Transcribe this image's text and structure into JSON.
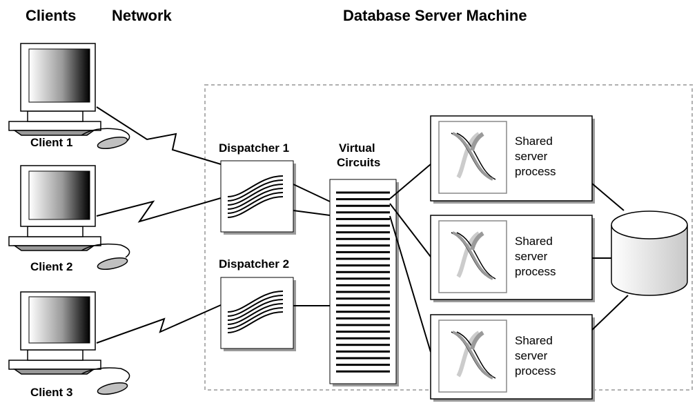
{
  "headers": {
    "clients": "Clients",
    "network": "Network",
    "server": "Database Server Machine"
  },
  "clients": [
    {
      "label": "Client 1"
    },
    {
      "label": "Client 2"
    },
    {
      "label": "Client 3"
    }
  ],
  "dispatchers": [
    {
      "label": "Dispatcher 1"
    },
    {
      "label": "Dispatcher 2"
    }
  ],
  "virtual_circuits": {
    "line1": "Virtual",
    "line2": "Circuits"
  },
  "shared_servers": [
    {
      "line1": "Shared",
      "line2": "server",
      "line3": "process"
    },
    {
      "line1": "Shared",
      "line2": "server",
      "line3": "process"
    },
    {
      "line1": "Shared",
      "line2": "server",
      "line3": "process"
    }
  ],
  "colors": {
    "boundary": "#b0b0b0",
    "shadow": "#9a9a9a",
    "line": "#000000"
  }
}
